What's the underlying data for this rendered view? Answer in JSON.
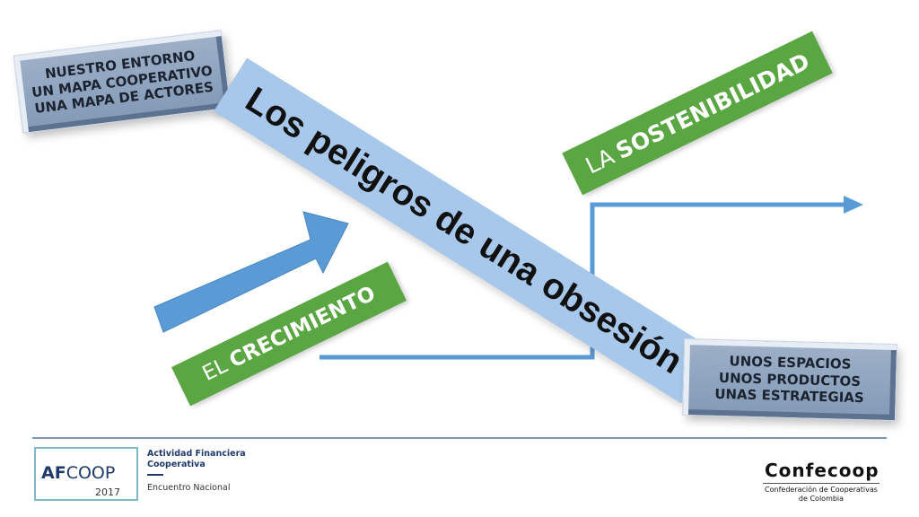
{
  "top_box": {
    "lines": [
      "NUESTRO ENTORNO",
      "UN MAPA COOPERATIVO",
      "UNA MAPA DE ACTORES"
    ]
  },
  "bottom_box": {
    "lines": [
      "UNOS ESPACIOS",
      "UNOS PRODUCTOS",
      "UNAS ESTRATEGIAS"
    ]
  },
  "title_band": "Los peligros de una obsesión",
  "crecimiento": {
    "prefix": "EL",
    "main": "CRECIMIENTO"
  },
  "sostenibilidad": {
    "prefix": "LA",
    "main": "SOSTENIBILIDAD"
  },
  "footer": {
    "afcoop": {
      "af": "AF",
      "coop": "COOP",
      "year": "2017",
      "line1": "Actividad Financiera",
      "line2": "Cooperativa",
      "line3": "Encuentro Nacional"
    },
    "confecoop": {
      "name": "Confecoop",
      "sub1": "Confederación de Cooperativas",
      "sub2": "de Colombia"
    }
  },
  "colors": {
    "arrow_blue": "#5b9bd5",
    "band_blue": "#a7c8ea",
    "label_green": "#5aa642",
    "box_grey_blue": "#8fa4bf"
  }
}
